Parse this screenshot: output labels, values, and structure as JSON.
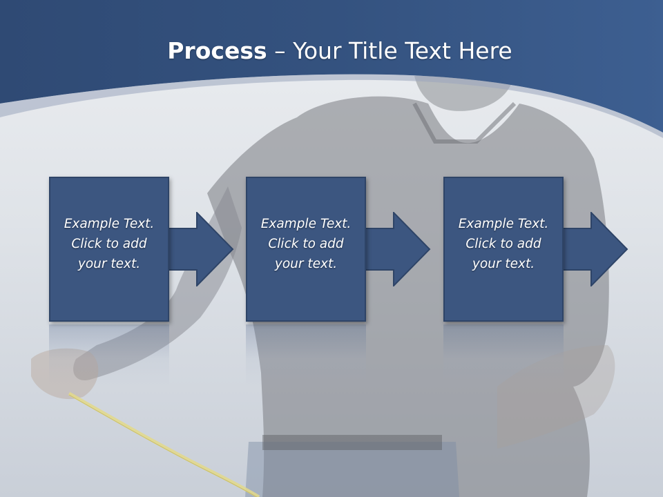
{
  "title": {
    "bold": "Process",
    "rest": " – Your Title Text Here"
  },
  "steps": [
    {
      "lines": [
        "Example Text.",
        "Click  to add",
        "your text."
      ]
    },
    {
      "lines": [
        "Example Text.",
        "Click  to add",
        "your text."
      ]
    },
    {
      "lines": [
        "Example Text.",
        "Click  to add",
        "your text."
      ]
    }
  ],
  "colors": {
    "header": "#34527f",
    "box_fill": "#3c5680",
    "box_border": "#2e4467"
  }
}
